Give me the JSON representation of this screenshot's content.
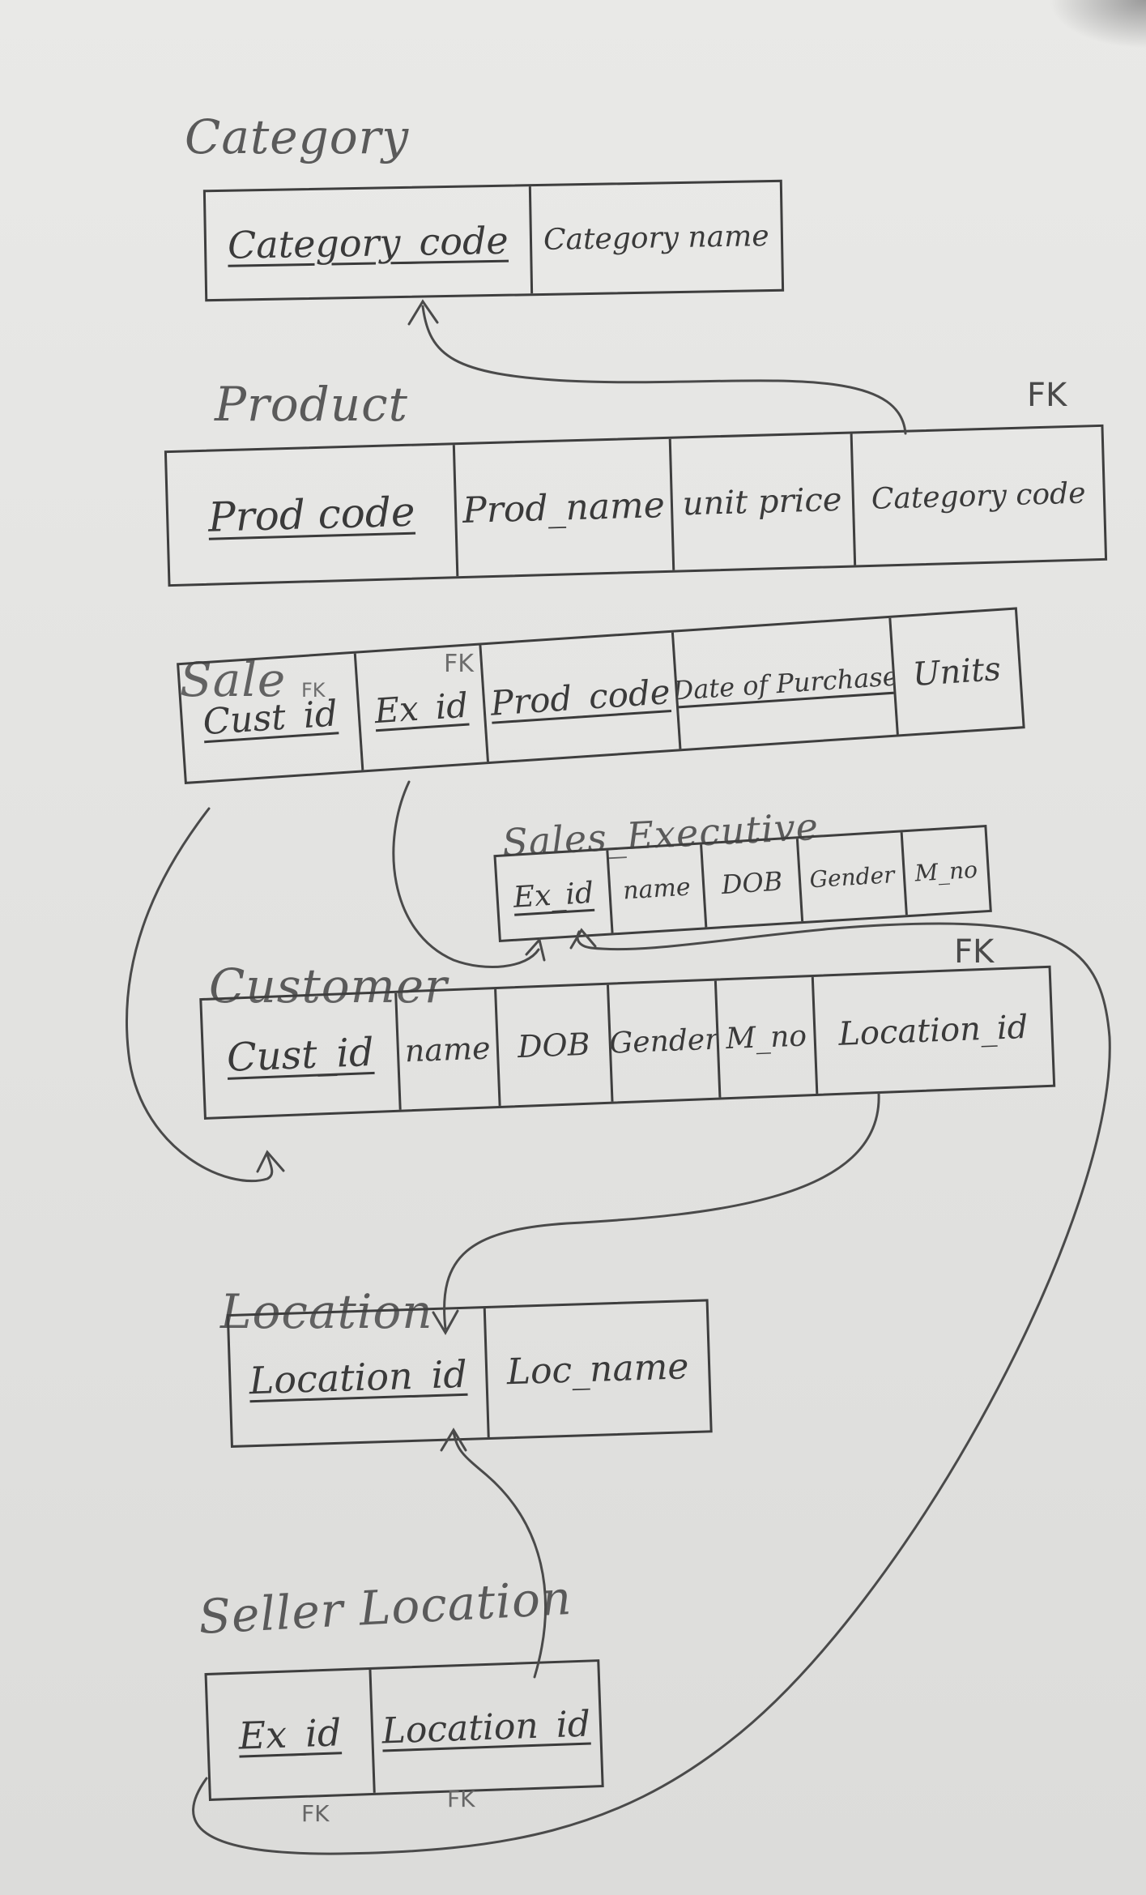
{
  "entities": {
    "category": {
      "title": "Category",
      "cells": [
        "Category_code",
        "Category name"
      ]
    },
    "product": {
      "title": "Product",
      "fk_label": "FK",
      "cells": [
        "Prod code",
        "Prod_name",
        "unit price",
        "Category code"
      ]
    },
    "sale": {
      "title": "Sale",
      "fk_labels": [
        "FK",
        "FK"
      ],
      "cells": [
        "Cust_id",
        "Ex_id",
        "Prod_code",
        "Date of Purchase",
        "Units"
      ]
    },
    "sales_executive": {
      "title": "Sales_Executive",
      "cells": [
        "Ex_id",
        "name",
        "DOB",
        "Gender",
        "M_no"
      ]
    },
    "customer": {
      "title": "Customer",
      "fk_label": "FK",
      "cells": [
        "Cust_id",
        "name",
        "DOB",
        "Gender",
        "M_no",
        "Location_id"
      ]
    },
    "location": {
      "title": "Location",
      "cells": [
        "Location_id",
        "Loc_name"
      ]
    },
    "seller_location": {
      "title": "Seller Location",
      "fk_labels": [
        "FK",
        "FK"
      ],
      "cells": [
        "Ex_id",
        "Location_id"
      ]
    }
  },
  "colors": {
    "ink": "#3e3e3e",
    "paper": "#e6e6e4"
  }
}
